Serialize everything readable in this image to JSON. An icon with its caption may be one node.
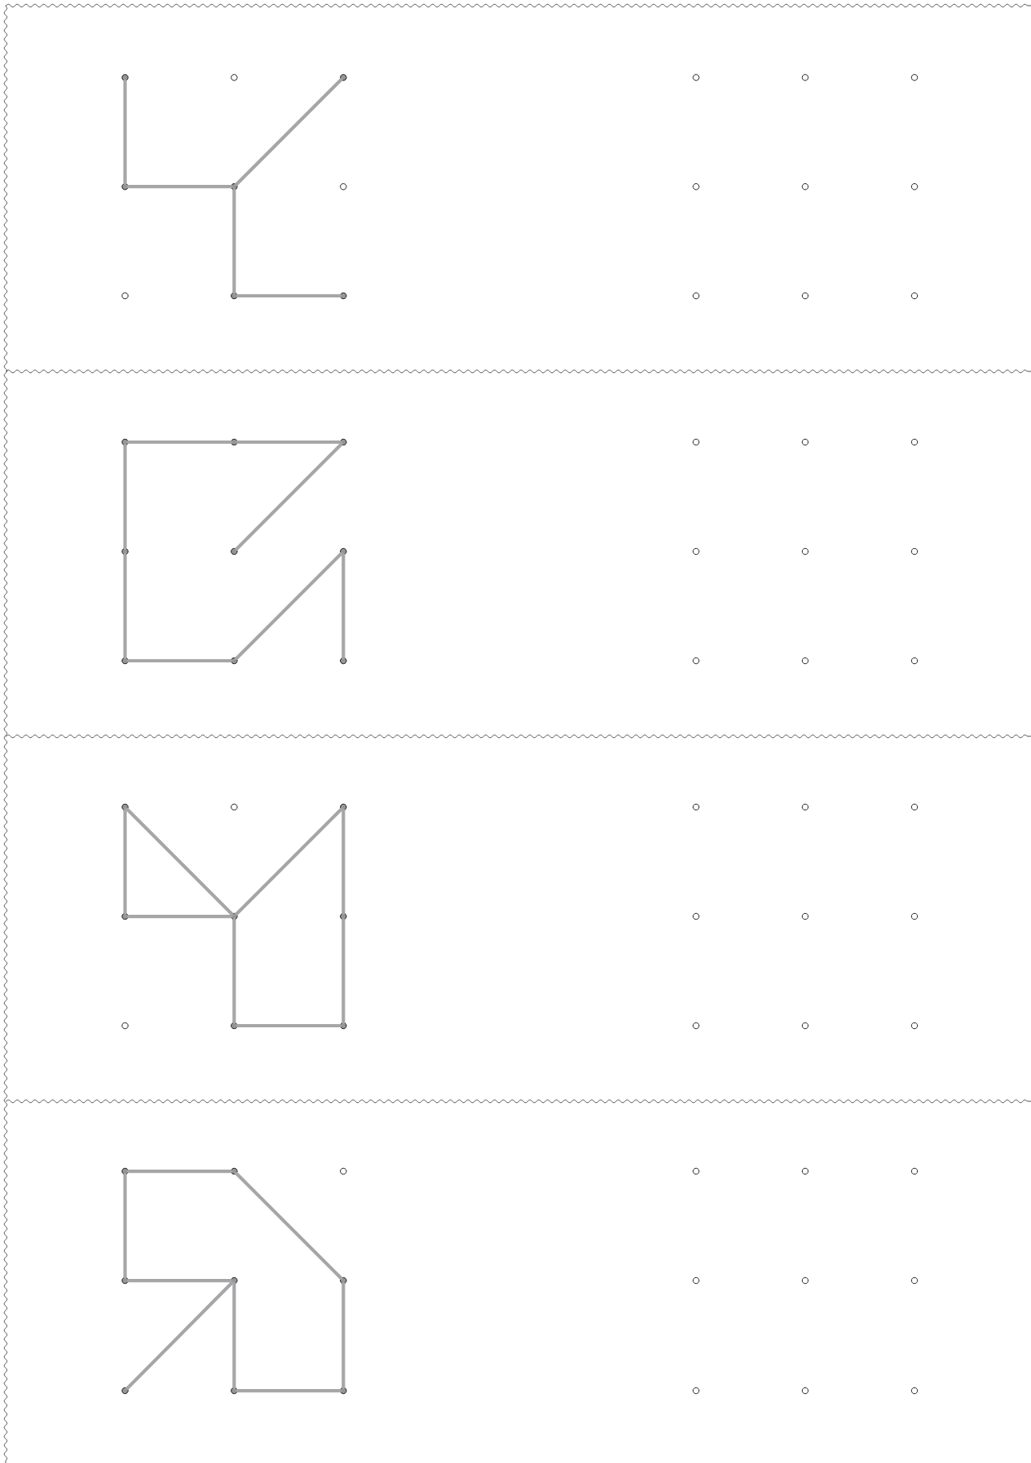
{
  "diagram": {
    "nodes": [
      {
        "text": [],
        "shape": "circle"
      },
      {
        "text": [],
        "shape": "circle"
      },
      {
        "text": [],
        "shape": "circle"
      },
      {
        "text": [],
        "shape": "circle"
      },
      {
        "text": [],
        "shape": "circle"
      },
      {
        "text": [],
        "shape": "circle"
      },
      {
        "text": [],
        "shape": "circle"
      },
      {
        "text": [],
        "shape": "circle"
      },
      {
        "text": [],
        "shape": "circle"
      },
      {
        "text": [],
        "shape": "circle"
      },
      {
        "text": [],
        "shape": "circle"
      },
      {
        "text": [],
        "shape": "circle"
      },
      {
        "text": [],
        "shape": "circle"
      },
      {
        "text": [],
        "shape": "circle"
      },
      {
        "text": [],
        "shape": "circle"
      },
      {
        "text": [],
        "shape": "circle"
      },
      {
        "text": [],
        "shape": "circle"
      },
      {
        "text": [],
        "shape": "circle"
      },
      {
        "text": [],
        "shape": "circle"
      },
      {
        "text": [],
        "shape": "circle"
      },
      {
        "text": [],
        "shape": "circle"
      },
      {
        "text": [],
        "shape": "circle"
      },
      {
        "text": [],
        "shape": "circle"
      },
      {
        "text": [],
        "shape": "circle"
      },
      {
        "text": [],
        "shape": "circle"
      },
      {
        "text": [],
        "shape": "circle"
      },
      {
        "text": [],
        "shape": "circle"
      },
      {
        "text": [],
        "shape": "circle"
      },
      {
        "text": [],
        "shape": "circle"
      },
      {
        "text": [],
        "shape": "circle"
      },
      {
        "text": [],
        "shape": "circle"
      },
      {
        "text": [],
        "shape": "circle"
      },
      {
        "text": [],
        "shape": "circle"
      },
      {
        "text": [],
        "shape": "circle"
      },
      {
        "text": [],
        "shape": "circle"
      },
      {
        "text": [],
        "shape": "circle"
      },
      {
        "text": [],
        "shape": "circle"
      },
      {
        "text": [],
        "shape": "circle"
      },
      {
        "text": [],
        "shape": "circle"
      },
      {
        "text": [],
        "shape": "circle"
      },
      {
        "text": [],
        "shape": "circle"
      },
      {
        "text": [],
        "shape": "circle"
      },
      {
        "text": [],
        "shape": "circle"
      },
      {
        "text": [],
        "shape": "circle"
      },
      {
        "text": [],
        "shape": "circle"
      },
      {
        "text": [],
        "shape": "circle"
      },
      {
        "text": [],
        "shape": "circle"
      },
      {
        "text": [],
        "shape": "circle"
      },
      {
        "text": [],
        "shape": "circle"
      },
      {
        "text": [],
        "shape": "circle"
      },
      {
        "text": [],
        "shape": "circle"
      },
      {
        "text": [],
        "shape": "circle"
      },
      {
        "text": [],
        "shape": "circle"
      },
      {
        "text": [],
        "shape": "circle"
      },
      {
        "text": [],
        "shape": "circle"
      },
      {
        "text": [],
        "shape": "circle"
      },
      {
        "text": [],
        "shape": "circle"
      },
      {
        "text": [],
        "shape": "circle"
      },
      {
        "text": [],
        "shape": "circle"
      },
      {
        "text": [],
        "shape": "circle"
      },
      {
        "text": [],
        "shape": "circle"
      },
      {
        "text": [],
        "shape": "circle"
      },
      {
        "text": [],
        "shape": "circle"
      },
      {
        "text": [],
        "shape": "circle"
      },
      {
        "text": [],
        "shape": "circle"
      },
      {
        "text": [],
        "shape": "circle"
      },
      {
        "text": [],
        "shape": "circle"
      },
      {
        "text": [],
        "shape": "circle"
      },
      {
        "text": [],
        "shape": "circle"
      },
      {
        "text": [],
        "shape": "circle"
      },
      {
        "text": [],
        "shape": "circle"
      },
      {
        "text": [],
        "shape": "circle"
      }
    ],
    "edges": [
      {
        "from": 0,
        "to": 6,
        "arrow": "none"
      },
      {
        "from": 6,
        "to": 7,
        "arrow": "none"
      },
      {
        "from": 7,
        "to": 2,
        "arrow": "none"
      },
      {
        "from": 7,
        "to": 13,
        "arrow": "none"
      },
      {
        "from": 13,
        "to": 14,
        "arrow": "none"
      },
      {
        "from": 18,
        "to": 19,
        "arrow": "none"
      },
      {
        "from": 19,
        "to": 20,
        "arrow": "none"
      },
      {
        "from": 20,
        "to": 25,
        "arrow": "none"
      },
      {
        "from": 18,
        "to": 24,
        "arrow": "none"
      },
      {
        "from": 24,
        "to": 30,
        "arrow": "none"
      },
      {
        "from": 30,
        "to": 31,
        "arrow": "none"
      },
      {
        "from": 31,
        "to": 26,
        "arrow": "none"
      },
      {
        "from": 26,
        "to": 32,
        "arrow": "none"
      },
      {
        "from": 36,
        "to": 42,
        "arrow": "none"
      },
      {
        "from": 36,
        "to": 43,
        "arrow": "none"
      },
      {
        "from": 42,
        "to": 43,
        "arrow": "none"
      },
      {
        "from": 43,
        "to": 38,
        "arrow": "none"
      },
      {
        "from": 43,
        "to": 49,
        "arrow": "none"
      },
      {
        "from": 49,
        "to": 50,
        "arrow": "none"
      },
      {
        "from": 50,
        "to": 44,
        "arrow": "none"
      },
      {
        "from": 44,
        "to": 38,
        "arrow": "none"
      },
      {
        "from": 54,
        "to": 55,
        "arrow": "none"
      },
      {
        "from": 55,
        "to": 62,
        "arrow": "none"
      },
      {
        "from": 62,
        "to": 68,
        "arrow": "none"
      },
      {
        "from": 68,
        "to": 67,
        "arrow": "none"
      },
      {
        "from": 67,
        "to": 61,
        "arrow": "none"
      },
      {
        "from": 61,
        "to": 60,
        "arrow": "none"
      },
      {
        "from": 60,
        "to": 54,
        "arrow": "none"
      },
      {
        "from": 61,
        "to": 66,
        "arrow": "none"
      }
    ]
  }
}
